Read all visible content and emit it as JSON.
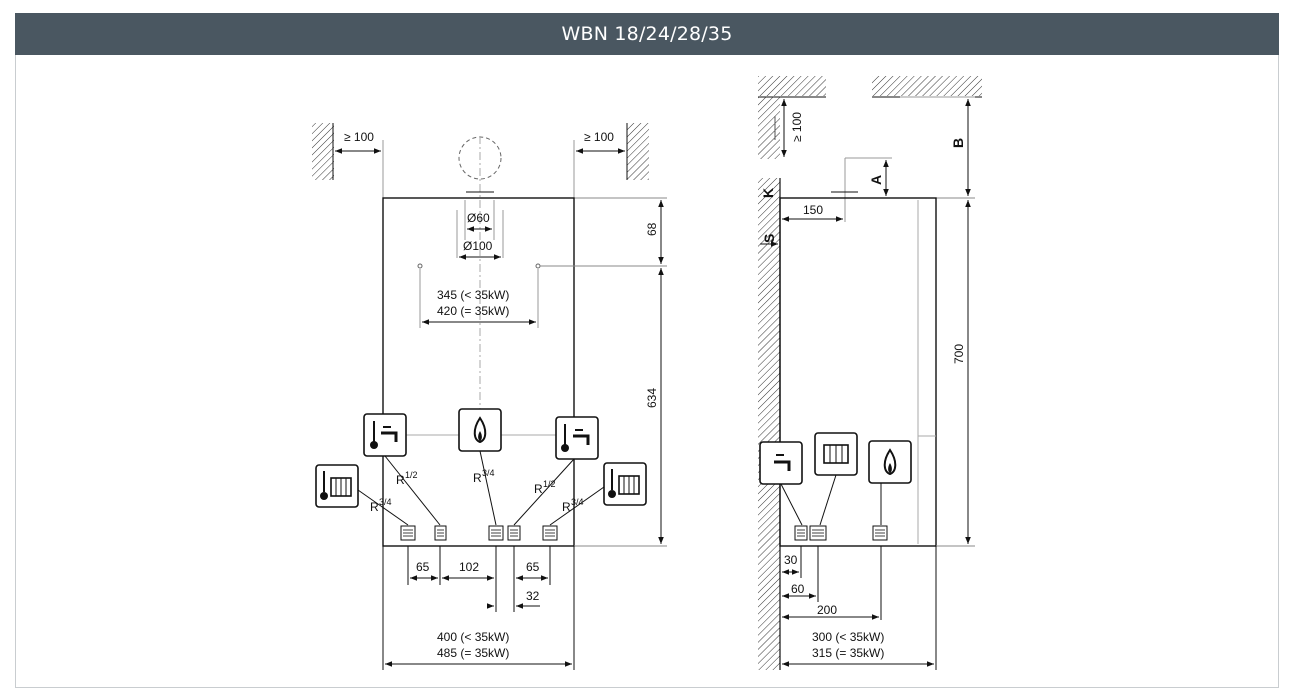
{
  "header": {
    "title": "WBN 18/24/28/35"
  },
  "front": {
    "clear_left": "≥ 100",
    "clear_right": "≥ 100",
    "d60": "Ø60",
    "d100": "Ø100",
    "dim_68": "68",
    "dim_634": "634",
    "span_a": "345 (< 35kW)",
    "span_b": "420 (= 35kW)",
    "conn_r34_left_base": "R",
    "conn_r34_left_exp": "3/4",
    "conn_r12_left_base": "R",
    "conn_r12_left_exp": "1/2",
    "conn_r34_mid_base": "R",
    "conn_r34_mid_exp": "3/4",
    "conn_r12_right_base": "R",
    "conn_r12_right_exp": "1/2",
    "conn_r34_right_base": "R",
    "conn_r34_right_exp": "3/4",
    "dim_65_left": "65",
    "dim_102": "102",
    "dim_65_right": "65",
    "dim_32": "32",
    "width_a": "400 (< 35kW)",
    "width_b": "485 (= 35kW)"
  },
  "side": {
    "clear_top": "≥ 100",
    "label_b": "B",
    "label_a": "A",
    "label_k": "K",
    "label_s": "S",
    "dim_150": "150",
    "dim_700": "700",
    "dim_30": "30",
    "dim_60": "60",
    "dim_200": "200",
    "depth_a": "300 (< 35kW)",
    "depth_b": "315 (= 35kW)"
  }
}
